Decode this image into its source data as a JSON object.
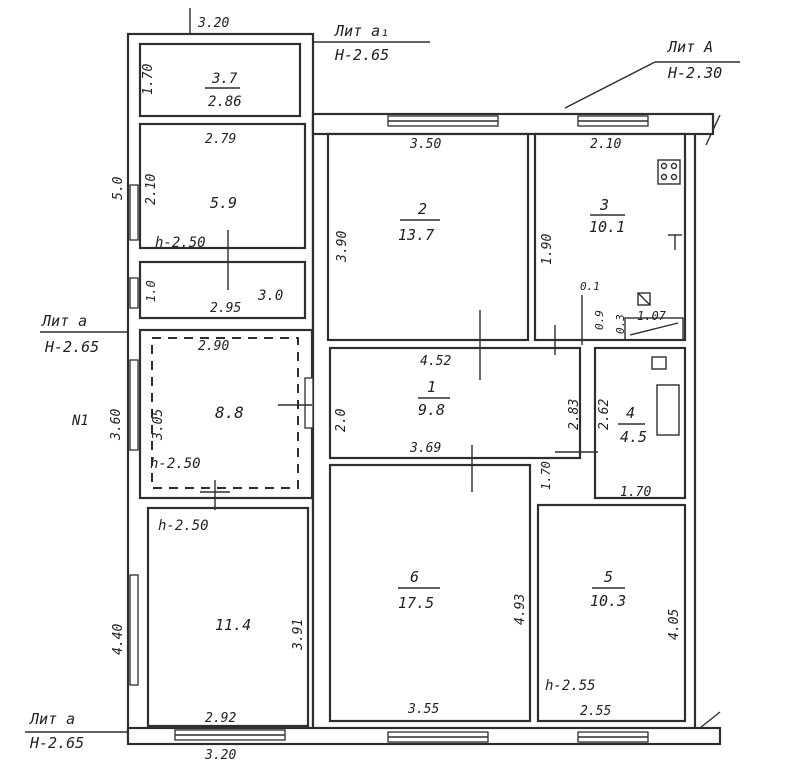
{
  "litera": {
    "ag": {
      "name": "Лит а₁",
      "height": "Н-2.65"
    },
    "A": {
      "name": "Лит А",
      "height": "Н-2.30"
    },
    "a_mid": {
      "name": "Лит а",
      "height": "Н-2.65"
    },
    "a_bottom": {
      "name": "Лит а",
      "height": "Н-2.65"
    }
  },
  "entrance": "N1",
  "rooms": [
    {
      "number": "2",
      "area": "13.7"
    },
    {
      "number": "3",
      "area": "10.1"
    },
    {
      "number": "1",
      "area": "9.8"
    },
    {
      "number": "4",
      "area": "4.5"
    },
    {
      "number": "6",
      "area": "17.5"
    },
    {
      "number": "5",
      "area": "10.3"
    }
  ],
  "aux_areas": {
    "top_box_num": "3.7",
    "top_box_len": "2.86",
    "upper": "5.9",
    "narrow": "3.0",
    "dashed": "8.8",
    "lower": "11.4"
  },
  "heights": {
    "h1": "h-2.50",
    "h2": "h-2.50",
    "h3": "h-2.50",
    "h4": "h-2.55"
  },
  "dims": {
    "d_320_top": "3.20",
    "d_170": "1.70",
    "d_279": "2.79",
    "d_210_left": "2.10",
    "d_50": "5.0",
    "d_10": "1.0",
    "d_295": "2.95",
    "d_290": "2.90",
    "d_360": "3.60",
    "d_305": "3.05",
    "d_440": "4.40",
    "d_391": "3.91",
    "d_292": "2.92",
    "d_320_bottom": "3.20",
    "d_350": "3.50",
    "d_210_top": "2.10",
    "d_390": "3.90",
    "d_190": "1.90",
    "d_01": "0.1",
    "d_09": "0.9",
    "d_107": "1.07",
    "d_03": "0.3",
    "d_452": "4.52",
    "d_20": "2.0",
    "d_283": "2.83",
    "d_262": "2.62",
    "d_369": "3.69",
    "d_170b": "1.70",
    "d_170c": "1.70",
    "d_493": "4.93",
    "d_405": "4.05",
    "d_355": "3.55",
    "d_255": "2.55"
  }
}
